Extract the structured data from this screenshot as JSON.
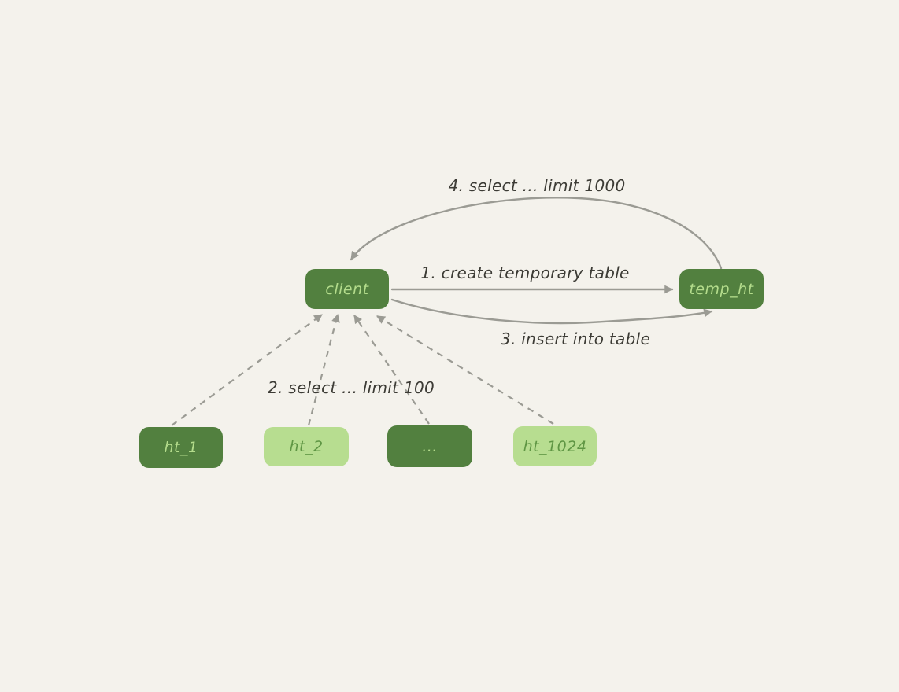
{
  "diagram": {
    "background_color": "#f4f2ec",
    "colors": {
      "node_dark_fill": "#52803f",
      "node_dark_text": "#b4dc8c",
      "node_light_fill": "#b7dd90",
      "node_light_text": "#5f9644",
      "arrow": "#9b9b94",
      "label_text": "#3c3b35"
    },
    "nodes": [
      {
        "id": "client",
        "label": "client",
        "variant": "dark"
      },
      {
        "id": "temp_ht",
        "label": "temp_ht",
        "variant": "dark"
      },
      {
        "id": "ht_1",
        "label": "ht_1",
        "variant": "dark"
      },
      {
        "id": "ht_2",
        "label": "ht_2",
        "variant": "light"
      },
      {
        "id": "dots",
        "label": "...",
        "variant": "dark"
      },
      {
        "id": "ht_1024",
        "label": "ht_1024",
        "variant": "light"
      }
    ],
    "edges": [
      {
        "id": 1,
        "label": "1. create temporary table",
        "from": "client",
        "to": "temp_ht",
        "style": "solid-straight"
      },
      {
        "id": 2,
        "label": "2. select ... limit 100",
        "from": "ht_1 / ht_2 / ... / ht_1024",
        "to": "client",
        "style": "dashed"
      },
      {
        "id": 3,
        "label": "3. insert into table",
        "from": "client",
        "to": "temp_ht",
        "style": "solid-curved"
      },
      {
        "id": 4,
        "label": "4. select ... limit 1000",
        "from": "temp_ht",
        "to": "client",
        "style": "solid-curved"
      }
    ]
  }
}
